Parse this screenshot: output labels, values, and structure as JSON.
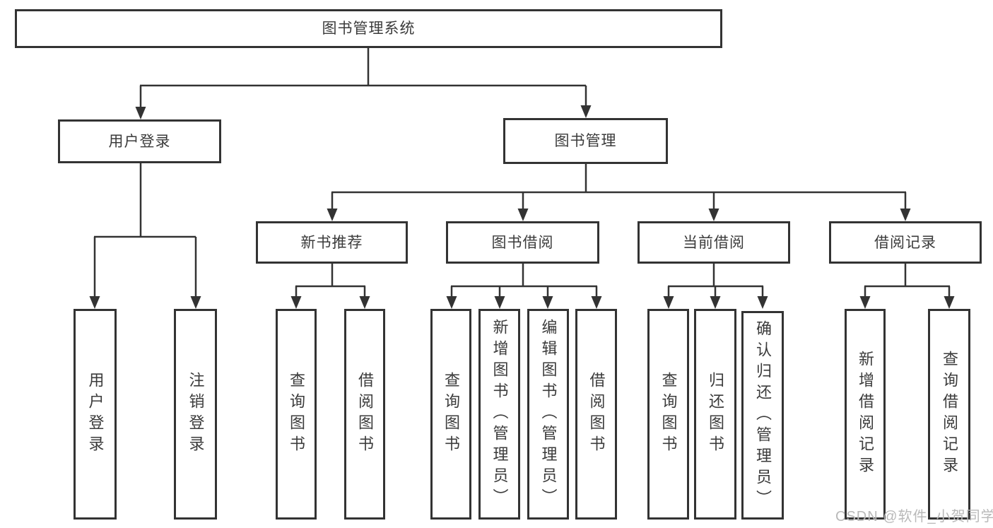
{
  "diagram": {
    "title": "图书管理系统",
    "nodes": {
      "root": "图书管理系统",
      "user_login": "用户登录",
      "book_mgmt": "图书管理",
      "new_books": "新书推荐",
      "book_borrow": "图书借阅",
      "current_borrow": "当前借阅",
      "borrow_records": "借阅记录",
      "leaf_user_login": "用户登录",
      "leaf_logout": "注销登录",
      "nb_query_books": "查询图书",
      "nb_borrow_books": "借阅图书",
      "bb_query_books": "查询图书",
      "bb_add_books": "新增图书（管理员）",
      "bb_edit_books": "编辑图书（管理员）",
      "bb_borrow_books": "借阅图书",
      "cb_query_books": "查询图书",
      "cb_return_books": "归还图书",
      "cb_confirm_return": "确认归还（管理员）",
      "br_add_record": "新增借阅记录",
      "br_query_record": "查询借阅记录"
    },
    "colors": {
      "line": "#333333",
      "text": "#3b3b3b",
      "box_background": "#ffffff",
      "watermark": "#b9b9b9"
    },
    "watermark": "CSDN @软件_小贺同学"
  }
}
